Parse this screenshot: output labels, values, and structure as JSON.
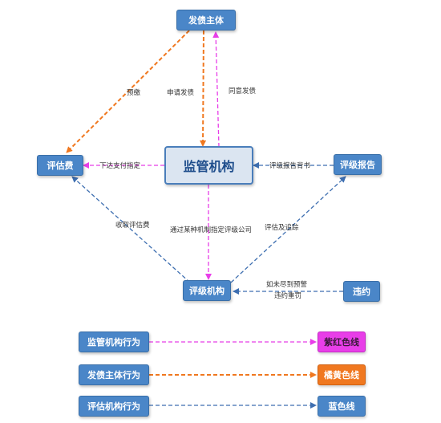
{
  "nodes": {
    "issuer": "发债主体",
    "regulator": "监管机构",
    "fee": "评估费",
    "report": "评级报告",
    "agency": "评级机构",
    "violation": "违约"
  },
  "edge_labels": {
    "prepay": "预缴",
    "apply": "申请发债",
    "approve": "同意发债",
    "designate_pay": "下达支付指定",
    "report_filing": "评级报告背书",
    "collect_fee": "收取评估费",
    "designate_agency": "通过某种机制指定评级公司",
    "track": "评估及追踪",
    "penalty_line1": "如未尽到预警",
    "penalty_line2": "违约重罚"
  },
  "legend": [
    {
      "label": "监管机构行为",
      "swatch": "紫红色线",
      "color": "#e83ee8"
    },
    {
      "label": "发债主体行为",
      "swatch": "橘黄色线",
      "color": "#f07820"
    },
    {
      "label": "评估机构行为",
      "swatch": "蓝色线",
      "color": "#3d6eb0"
    }
  ],
  "colors": {
    "magenta": "#e83ee8",
    "orange": "#f07820",
    "blue": "#3d6eb0",
    "node": "#4a86c8"
  }
}
